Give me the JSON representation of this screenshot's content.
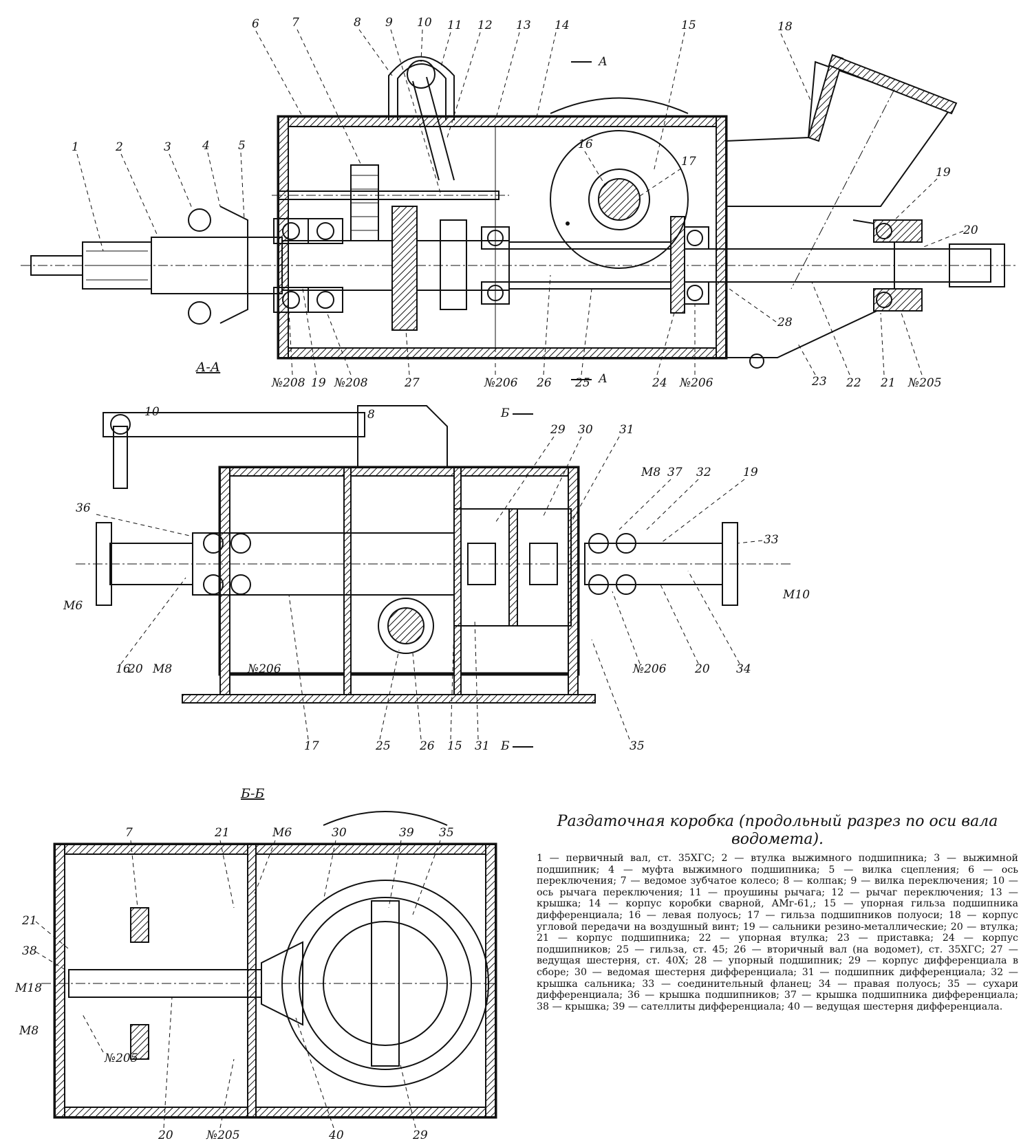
{
  "caption": {
    "title": "Раздаточная коробка (продольный разрез по оси вала водомета).",
    "legend": "1 — первичный вал, ст. 35ХГС; 2 — втулка выжимного подшипника; 3 — выжимной подшипник; 4 — муфта выжимного подшипника; 5 — вилка сцепления; 6 — ось переключения; 7 — ведомое зубчатое колесо; 8 — колпак; 9 — вилка переключения; 10 — ось рычага переключения; 11 — проушины рычага; 12 — рычаг переключения; 13 — крышка; 14 — корпус коробки сварной, АМг-61,; 15 — упорная гильза подшипника дифференциала; 16 — левая полуось; 17 — гильза подшипников полуоси; 18 — корпус угловой передачи на воздушный винт; 19 — сальники резино-металлические; 20 — втулка; 21 — корпус подшипника; 22 — упорная втулка; 23 — приставка; 24 — корпус подшипников; 25 — гильза, ст. 45; 26 — вторичный вал (на водомет), ст. 35ХГС; 27 — ведущая шестерня, ст. 40Х; 28 — упорный подшипник; 29 — корпус дифференциала в сборе; 30 — ведомая шестерня дифференциала; 31 — подшипник дифференциала; 32 — крышка сальника; 33 — соединительный фланец; 34 — правая полуось; 35 — сухари дифференциала; 36 — крышка подшипников; 37 — крышка подшипника дифференциала; 38 — крышка; 39 — сателлиты дифференциала; 40 — ведущая шестерня дифференциала."
  },
  "section_labels": {
    "aa": "А-А",
    "bb": "Б-Б",
    "cut_a": "А",
    "cut_b": "Б"
  },
  "view_aa_labels": {
    "top": [
      "1",
      "2",
      "3",
      "4",
      "5",
      "6",
      "7",
      "8",
      "9",
      "10",
      "11",
      "12",
      "13",
      "14",
      "15",
      "16",
      "17",
      "18",
      "19",
      "20"
    ],
    "bottom": [
      "№208",
      "19",
      "№208",
      "27",
      "№206",
      "26",
      "25",
      "24",
      "№206",
      "28",
      "23",
      "22",
      "21",
      "№205"
    ]
  },
  "view_middle_labels": {
    "top": [
      "10",
      "8",
      "29",
      "30",
      "31",
      "М8",
      "37",
      "32",
      "19",
      "36",
      "33"
    ],
    "side": [
      "М6",
      "М10"
    ],
    "bottom": [
      "16",
      "20",
      "М8",
      "№206",
      "№206",
      "20",
      "34",
      "35",
      "17",
      "25",
      "26",
      "15",
      "31"
    ]
  },
  "view_bb_labels": {
    "top": [
      "7",
      "21",
      "М6",
      "30",
      "39",
      "35"
    ],
    "side": [
      "21",
      "38",
      "М18",
      "М8",
      "№205"
    ],
    "bottom": [
      "20",
      "№205",
      "40",
      "29"
    ]
  }
}
